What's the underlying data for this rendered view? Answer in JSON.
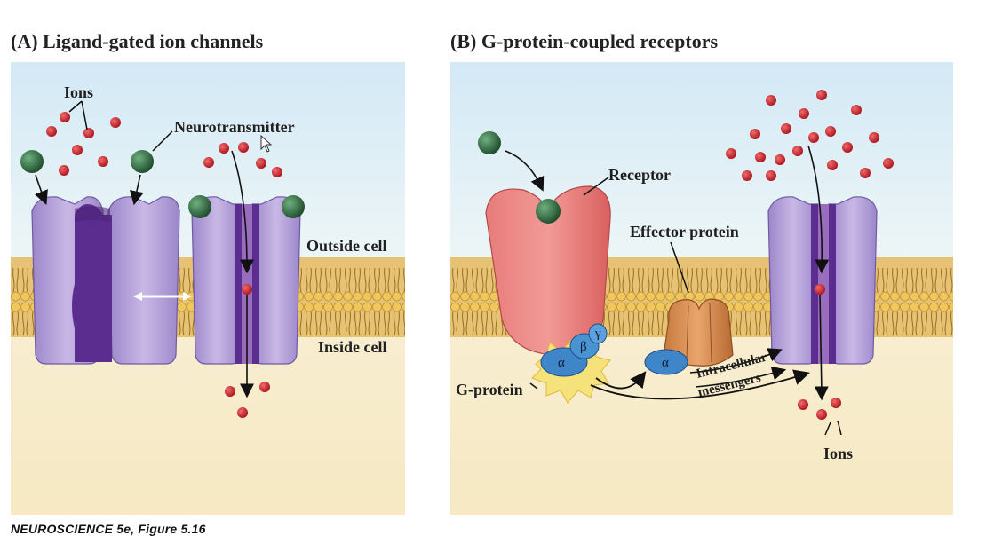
{
  "panel_a": {
    "title": "(A)  Ligand-gated ion channels",
    "labels": {
      "ions": "Ions",
      "neurotransmitter": "Neurotransmitter",
      "outside": "Outside cell",
      "inside": "Inside cell"
    }
  },
  "panel_b": {
    "title": "(B)  G-protein-coupled receptors",
    "labels": {
      "receptor": "Receptor",
      "effector": "Effector protein",
      "g_protein": "G-protein",
      "alpha": "α",
      "beta": "β",
      "gamma": "γ",
      "intracellular": "Intracellular",
      "messengers": "messengers",
      "ions": "Ions"
    }
  },
  "footer": "NEUROSCIENCE 5e, Figure 5.16",
  "colors": {
    "ion": "#c8232f",
    "neurotransmitter": "#2f6b3f",
    "channel": "#b4a0d6",
    "channel_pore": "#5b2d8e",
    "receptor": "#e37a76",
    "effector": "#d58a52",
    "g_protein": "#3f86c8",
    "membrane_head": "#f1c55a",
    "membrane_tail": "#c89a3c",
    "sky": "#d6ebf6",
    "cytoplasm": "#f7edcf"
  },
  "icons": [
    "mouse-cursor-icon"
  ]
}
